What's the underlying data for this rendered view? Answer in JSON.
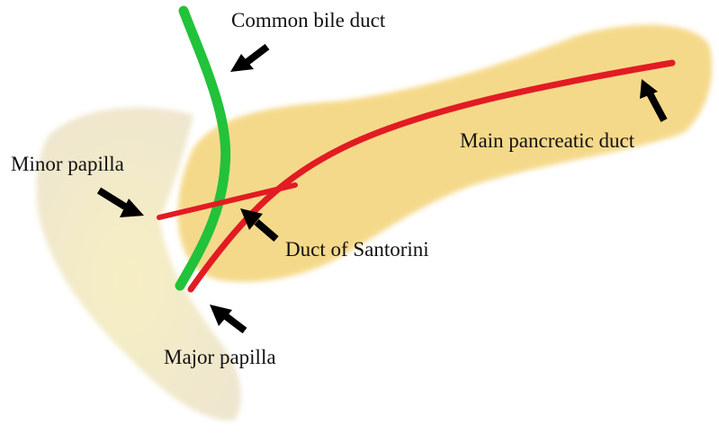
{
  "labels": {
    "common_bile_duct": "Common bile duct",
    "main_pancreatic_duct": "Main pancreatic duct",
    "minor_papilla": "Minor papilla",
    "duct_of_santorini": "Duct of Santorini",
    "major_papilla": "Major papilla"
  },
  "colors": {
    "pancreas": "#f5d98a",
    "duodenum": "#f3ebc9",
    "bile_duct": "#22c23a",
    "pancreatic_duct": "#e31b23",
    "arrow": "#000000",
    "text": "#111111"
  }
}
